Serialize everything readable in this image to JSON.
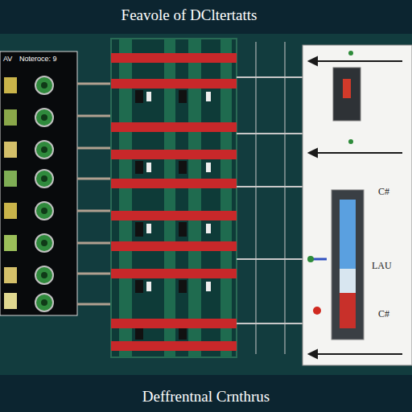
{
  "diagram": {
    "title": "Feavole of DCltertatts",
    "caption": "Deffrentnal Crnthrus",
    "nodes": [
      {
        "text": [
          "AV",
          "Noteroce: 9"
        ]
      },
      {
        "text": [
          "C#",
          "LAU",
          "C#"
        ]
      }
    ]
  }
}
